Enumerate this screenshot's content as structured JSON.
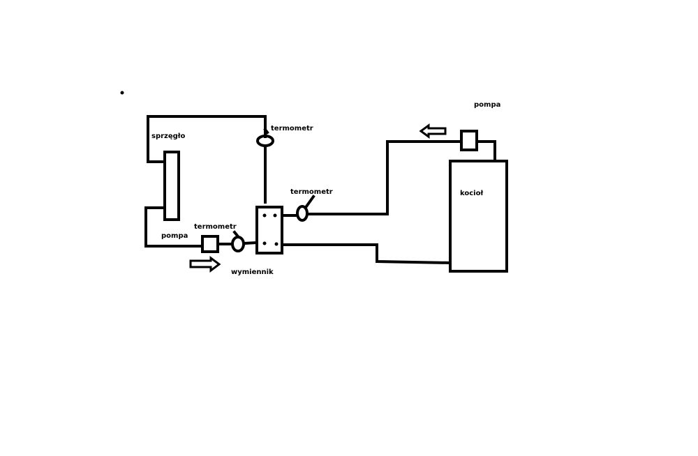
{
  "labels": {
    "sprzeglo": "sprzęgło",
    "pompa_left": "pompa",
    "termometr_top": "termometr",
    "termometr_mid": "termometr",
    "termometr_left": "termometr",
    "wymiennik": "wymiennik",
    "pompa_right": "pompa",
    "kociol": "kocioł"
  },
  "colors": {
    "line": "#000000",
    "background": "#ffffff"
  }
}
